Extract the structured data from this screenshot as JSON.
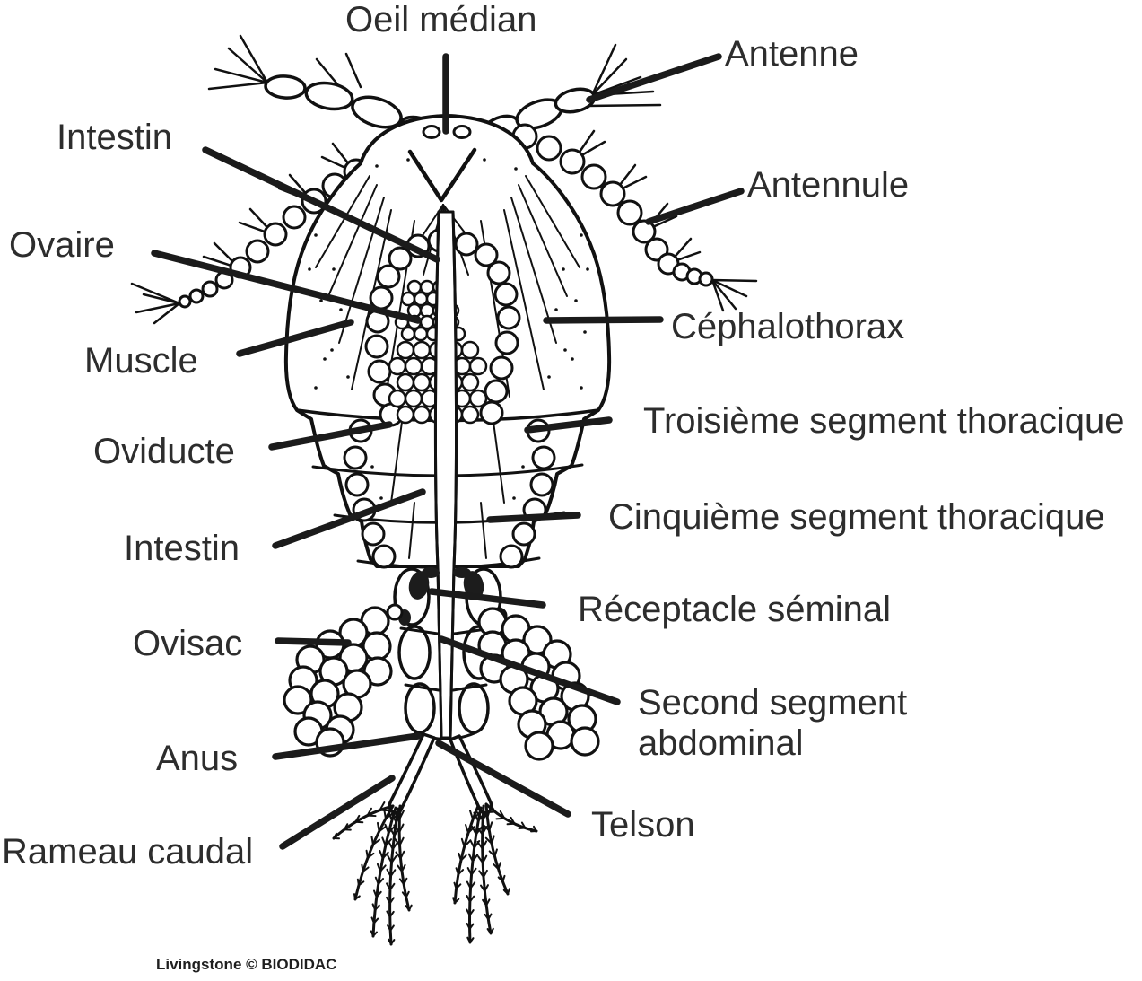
{
  "labels": {
    "oeil_median": "Oeil médian",
    "antenne": "Antenne",
    "intestin_upper": "Intestin",
    "antennule": "Antennule",
    "ovaire": "Ovaire",
    "cephalothorax": "Céphalothorax",
    "muscle": "Muscle",
    "troisieme_segment": "Troisième segment thoracique",
    "oviducte": "Oviducte",
    "cinquieme_segment": "Cinquième segment thoracique",
    "intestin_lower": "Intestin",
    "receptacle_seminal": "Réceptacle séminal",
    "ovisac": "Ovisac",
    "second_segment_1": "Second segment",
    "second_segment_2": "abdominal",
    "anus": "Anus",
    "telson": "Telson",
    "rameau_caudal": "Rameau caudal",
    "credit": "Livingstone © BIODIDAC"
  },
  "colors": {
    "ink": "#111111",
    "leader": "#1b1b1b",
    "text": "#2d2d2d",
    "background": "#ffffff"
  }
}
